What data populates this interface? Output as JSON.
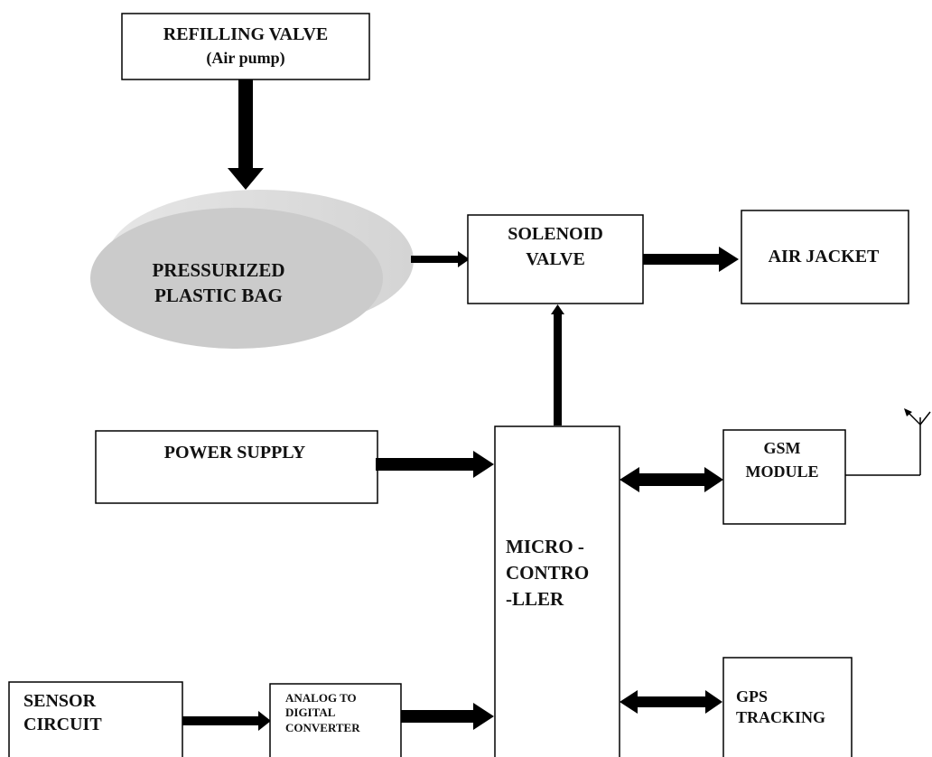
{
  "diagram": {
    "blocks": {
      "refilling_valve": {
        "line1": "REFILLING VALVE",
        "line2": "(Air pump)"
      },
      "plastic_bag": {
        "line1": "PRESSURIZED",
        "line2": "PLASTIC BAG"
      },
      "solenoid_valve": {
        "line1": "SOLENOID",
        "line2": "VALVE"
      },
      "air_jacket": {
        "label": "AIR JACKET"
      },
      "power_supply": {
        "label": "POWER SUPPLY"
      },
      "microcontroller": {
        "line1": "MICRO -",
        "line2": "CONTRO",
        "line3": "-LLER"
      },
      "gsm_module": {
        "line1": "GSM",
        "line2": "MODULE"
      },
      "sensor_circuit": {
        "line1": "SENSOR",
        "line2": "CIRCUIT"
      },
      "adc": {
        "line1": "ANALOG TO",
        "line2": "DIGITAL",
        "line3": "CONVERTER"
      },
      "gps_tracking": {
        "line1": "GPS",
        "line2": "TRACKING"
      }
    },
    "colors": {
      "stroke": "#000000",
      "bag_fill": "#cbcbcb",
      "bag_rim": "#dedede",
      "text": "#111111"
    }
  }
}
